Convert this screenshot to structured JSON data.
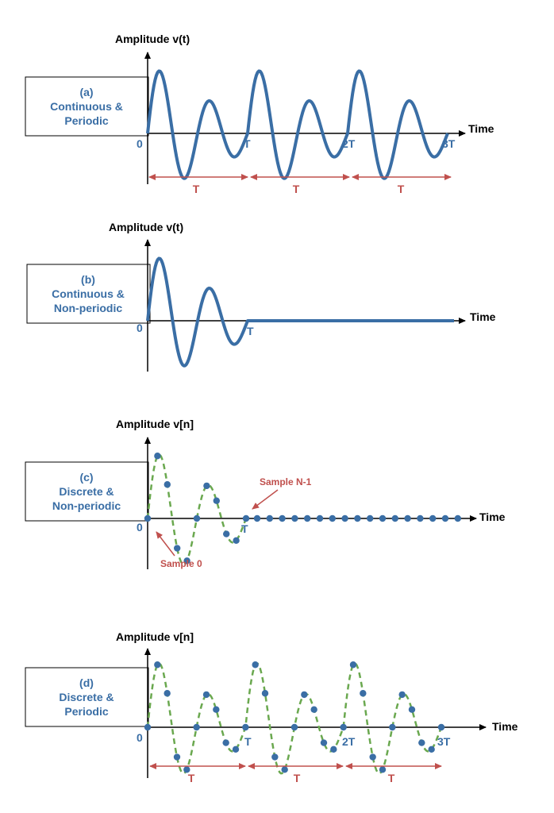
{
  "colors": {
    "signal": "#3a6ea5",
    "dashed": "#6aa84f",
    "period": "#c0504d",
    "axis": "#000000",
    "box_border": "#000000"
  },
  "panels": [
    {
      "id": "a",
      "box_lines": [
        "(a)",
        "Continuous &",
        "Periodic"
      ],
      "y_axis_title": "Amplitude v(t)",
      "x_axis_title": "Time",
      "ticks": [
        "0",
        "T",
        "2T",
        "3T"
      ],
      "period_labels": [
        "T",
        "T",
        "T"
      ]
    },
    {
      "id": "b",
      "box_lines": [
        "(b)",
        "Continuous &",
        "Non-periodic"
      ],
      "y_axis_title": "Amplitude v(t)",
      "x_axis_title": "Time",
      "ticks": [
        "0",
        "T"
      ]
    },
    {
      "id": "c",
      "box_lines": [
        "(c)",
        "Discrete &",
        "Non-periodic"
      ],
      "y_axis_title": "Amplitude v[n]",
      "x_axis_title": "Time",
      "ticks": [
        "0",
        "T"
      ],
      "annotations": [
        "Sample N-1",
        "Sample 0"
      ]
    },
    {
      "id": "d",
      "box_lines": [
        "(d)",
        "Discrete &",
        "Periodic"
      ],
      "y_axis_title": "Amplitude v[n]",
      "x_axis_title": "Time",
      "ticks": [
        "0",
        "T",
        "2T",
        "3T"
      ],
      "period_labels": [
        "T",
        "T",
        "T"
      ]
    }
  ]
}
